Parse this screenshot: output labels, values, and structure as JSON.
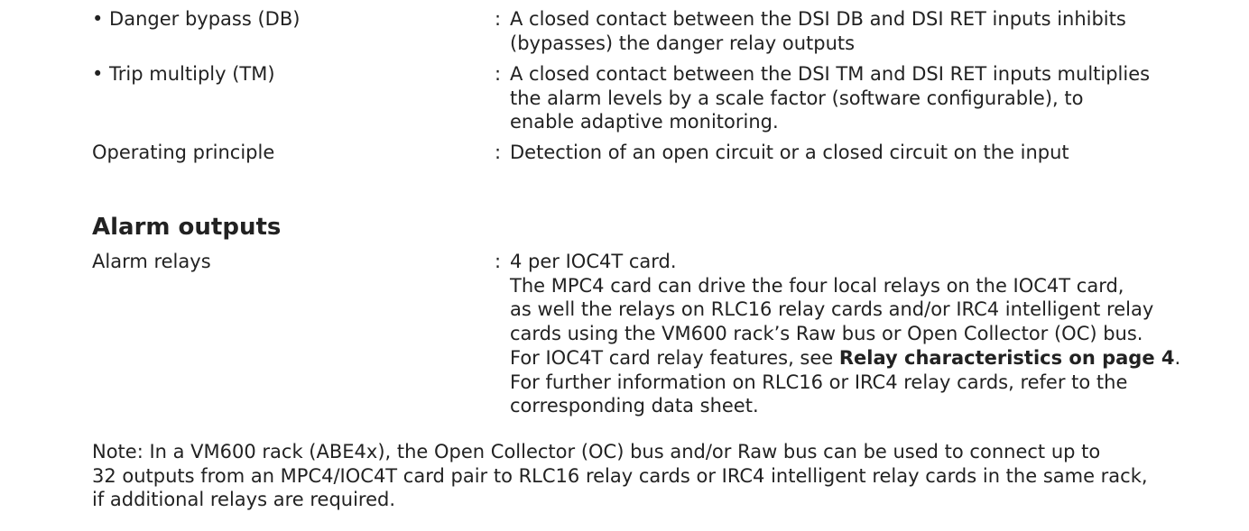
{
  "rows": [
    {
      "label": "• Danger bypass (DB)",
      "colon": ":",
      "lines": [
        "A closed contact between the DSI DB and DSI RET inputs inhibits",
        "(bypasses) the danger relay outputs"
      ]
    },
    {
      "label": "• Trip multiply (TM)",
      "colon": ":",
      "lines": [
        "A closed contact between the DSI TM and DSI RET inputs multiplies",
        "the alarm levels by a scale factor (software configurable), to",
        "enable adaptive monitoring."
      ]
    },
    {
      "label": "Operating principle",
      "colon": ":",
      "lines": [
        "Detection of an open circuit or a closed circuit on the input"
      ]
    }
  ],
  "section": {
    "heading": "Alarm outputs",
    "label": "Alarm relays",
    "colon": ":",
    "lines": [
      "4 per IOC4T card.",
      "The MPC4 card can drive the four local relays on the IOC4T card,",
      "as well the relays on RLC16 relay cards and/or IRC4 intelligent relay",
      "cards using the VM600 rack’s Raw bus or Open Collector (OC) bus."
    ],
    "link_prefix": "For IOC4T card relay features, see ",
    "link_text": "Relay characteristics on page 4",
    "link_suffix": ".",
    "lines_after": [
      "For further information on RLC16 or IRC4 relay cards, refer to the",
      "corresponding data sheet."
    ]
  },
  "note": {
    "lines": [
      "Note: In a VM600 rack (ABE4x), the Open Collector (OC) bus and/or Raw bus can be used to connect up to",
      "32 outputs from an MPC4/IOC4T card pair to RLC16 relay cards or IRC4 intelligent relay cards in the same rack,",
      "if additional relays are required."
    ]
  }
}
